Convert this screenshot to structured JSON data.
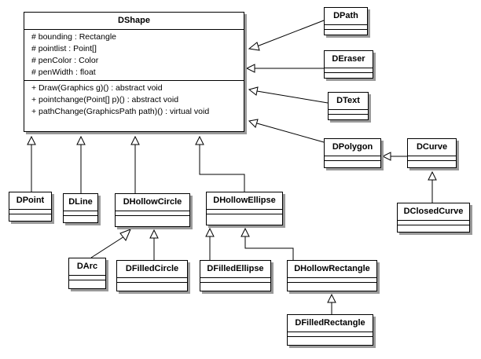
{
  "classes": {
    "dshape": {
      "name": "DShape",
      "attributes": [
        "# bounding : Rectangle",
        "# pointlist : Point[]",
        "# penColor : Color",
        "# penWidth : float"
      ],
      "operations": [
        "+ Draw(Graphics g)() : abstract void",
        "+ pointchange(Point[] p)() : abstract void",
        "+ pathChange(GraphicsPath path)() : virtual void"
      ]
    },
    "dpath": {
      "name": "DPath"
    },
    "deraser": {
      "name": "DEraser"
    },
    "dtext": {
      "name": "DText"
    },
    "dpolygon": {
      "name": "DPolygon"
    },
    "dcurve": {
      "name": "DCurve"
    },
    "dclosedcurve": {
      "name": "DClosedCurve"
    },
    "dpoint": {
      "name": "DPoint"
    },
    "dline": {
      "name": "DLine"
    },
    "dhollowcircle": {
      "name": "DHollowCircle"
    },
    "dhollowellipse": {
      "name": "DHollowEllipse"
    },
    "darc": {
      "name": "DArc"
    },
    "dfilledcircle": {
      "name": "DFilledCircle"
    },
    "dfilledellipse": {
      "name": "DFilledEllipse"
    },
    "dhollowrectangle": {
      "name": "DHollowRectangle"
    },
    "dfilledrectangle": {
      "name": "DFilledRectangle"
    }
  },
  "relations": [
    {
      "child": "dpath",
      "parent": "dshape"
    },
    {
      "child": "deraser",
      "parent": "dshape"
    },
    {
      "child": "dtext",
      "parent": "dshape"
    },
    {
      "child": "dpolygon",
      "parent": "dshape"
    },
    {
      "child": "dpoint",
      "parent": "dshape"
    },
    {
      "child": "dline",
      "parent": "dshape"
    },
    {
      "child": "dhollowcircle",
      "parent": "dshape"
    },
    {
      "child": "dhollowellipse",
      "parent": "dshape"
    },
    {
      "child": "dcurve",
      "parent": "dpolygon"
    },
    {
      "child": "dclosedcurve",
      "parent": "dcurve"
    },
    {
      "child": "darc",
      "parent": "dhollowcircle"
    },
    {
      "child": "dfilledcircle",
      "parent": "dhollowcircle"
    },
    {
      "child": "dfilledellipse",
      "parent": "dhollowellipse"
    },
    {
      "child": "dhollowrectangle",
      "parent": "dhollowellipse"
    },
    {
      "child": "dfilledrectangle",
      "parent": "dhollowrectangle"
    }
  ]
}
